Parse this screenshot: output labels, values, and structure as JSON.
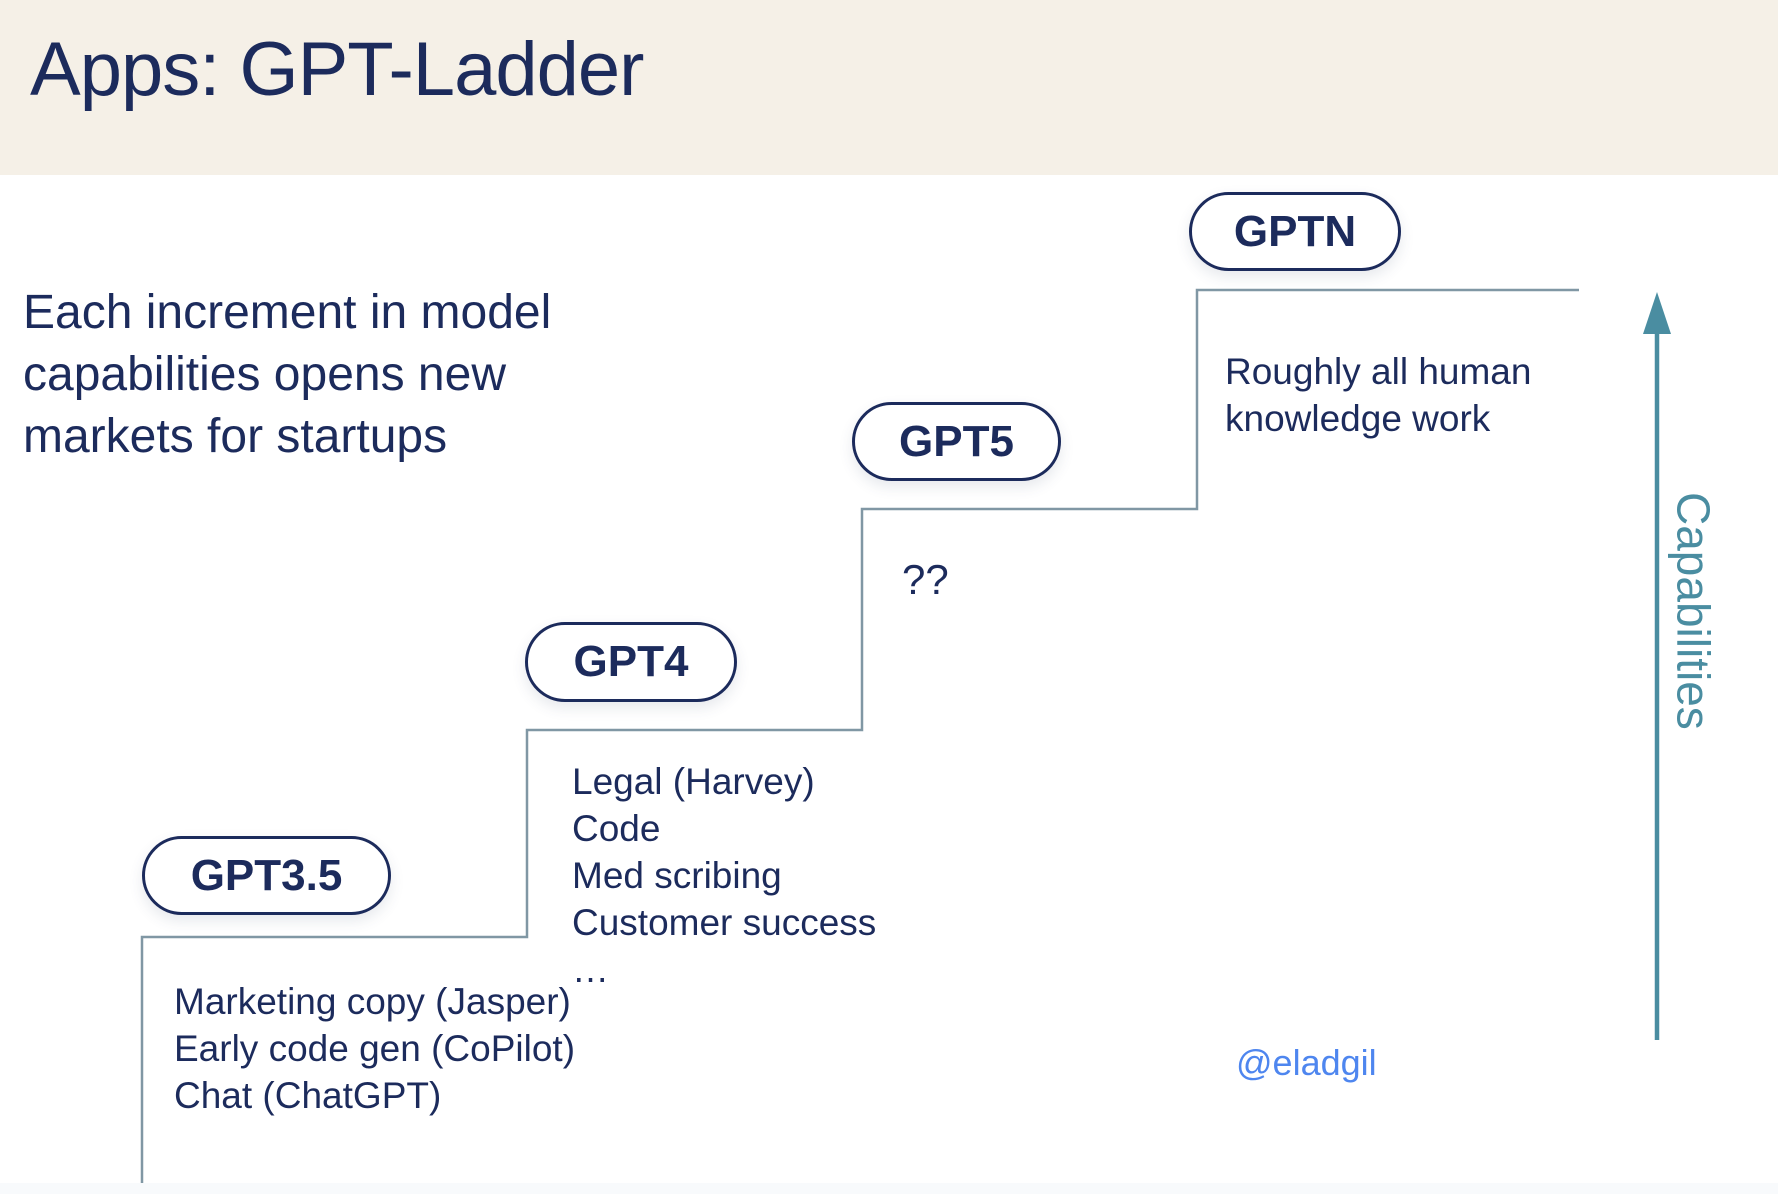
{
  "slide": {
    "title": "Apps: GPT-Ladder",
    "intro": "Each increment in model capabilities opens new markets for startups",
    "attribution": "@eladgil"
  },
  "ladder": {
    "steps": [
      {
        "label": "GPT3.5",
        "items": [
          "Marketing copy (Jasper)",
          "Early code gen (CoPilot)",
          "Chat (ChatGPT)"
        ]
      },
      {
        "label": "GPT4",
        "items": [
          "Legal (Harvey)",
          "Code",
          "Med scribing",
          "Customer success",
          "…"
        ]
      },
      {
        "label": "GPT5",
        "items": [
          "??"
        ]
      },
      {
        "label": "GPTN",
        "items": [
          "Roughly all human knowledge work"
        ]
      }
    ]
  },
  "axis": {
    "label": "Capabilities"
  },
  "colors": {
    "navy_text": "#1c2b5c",
    "teal_axis": "#4a8da1",
    "step_line": "#8097a4",
    "header_cream": "#f5f0e7",
    "attribution_blue": "#4e86ef",
    "footer_strip": "#f8fafc"
  }
}
